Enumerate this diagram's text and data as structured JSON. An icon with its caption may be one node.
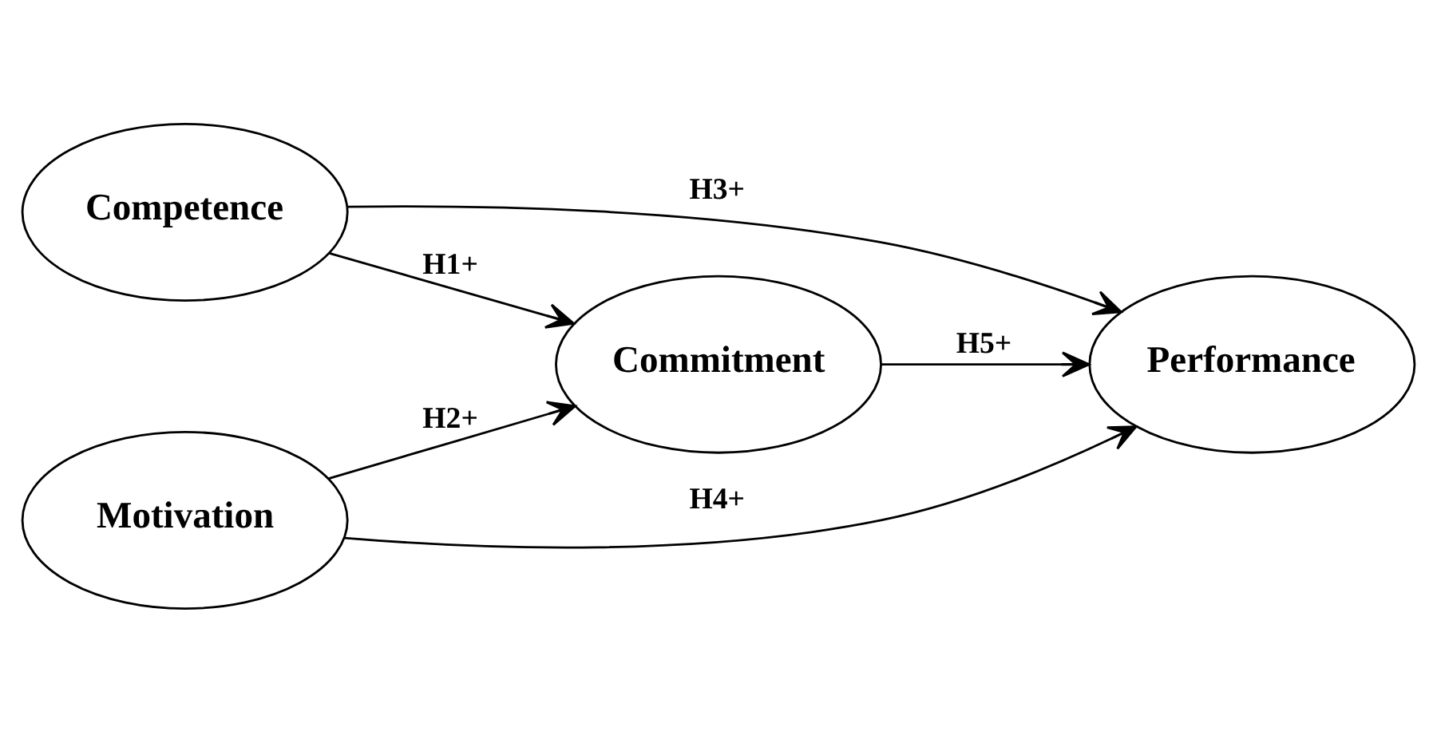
{
  "diagram": {
    "nodes": [
      {
        "text": [
          "Competence"
        ]
      },
      {
        "text": [
          "Commitment"
        ]
      },
      {
        "text": [
          "Performance"
        ]
      },
      {
        "text": [
          "Motivation"
        ]
      }
    ],
    "edges": [
      {
        "from": 0,
        "to": 1,
        "arrow": "to",
        "label": "H1+"
      },
      {
        "from": 3,
        "to": 1,
        "arrow": "to",
        "label": "H2+"
      },
      {
        "from": 0,
        "to": 2,
        "arrow": "to",
        "label": "H3+"
      },
      {
        "from": 3,
        "to": 2,
        "arrow": "to",
        "label": "H4+"
      },
      {
        "from": 1,
        "to": 2,
        "arrow": "to",
        "label": "H5+"
      }
    ]
  }
}
